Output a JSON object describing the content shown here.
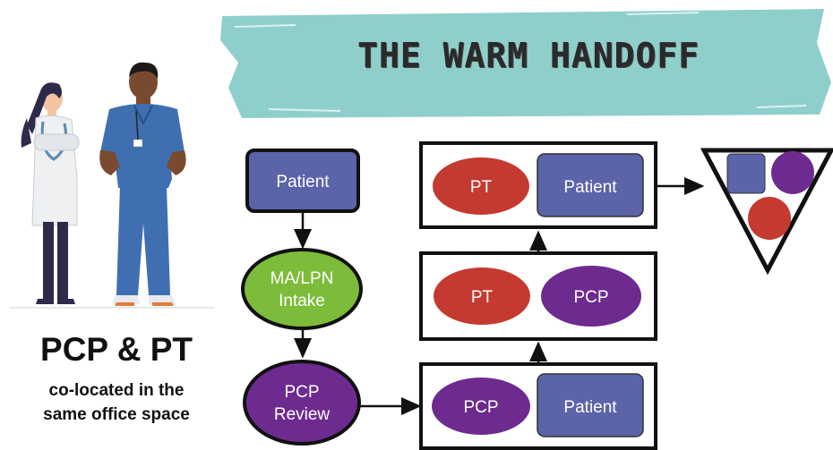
{
  "title": "THE WARM HANDOFF",
  "caption": {
    "heading": "PCP & PT",
    "line1": "co-located in the",
    "line2": "same office space"
  },
  "flow": {
    "patient": "Patient",
    "intake_line1": "MA/LPN",
    "intake_line2": "Intake",
    "review_line1": "PCP",
    "review_line2": "Review"
  },
  "stage1": {
    "left": "PCP",
    "right": "Patient"
  },
  "stage2": {
    "left": "PT",
    "right": "PCP"
  },
  "stage3": {
    "left": "PT",
    "right": "Patient"
  },
  "colors": {
    "banner": "#8fcfcb",
    "patient_blue": "#5b63a9",
    "intake_green": "#7dbb3a",
    "pcp_purple": "#6d2b8f",
    "pt_red": "#c43a30"
  }
}
